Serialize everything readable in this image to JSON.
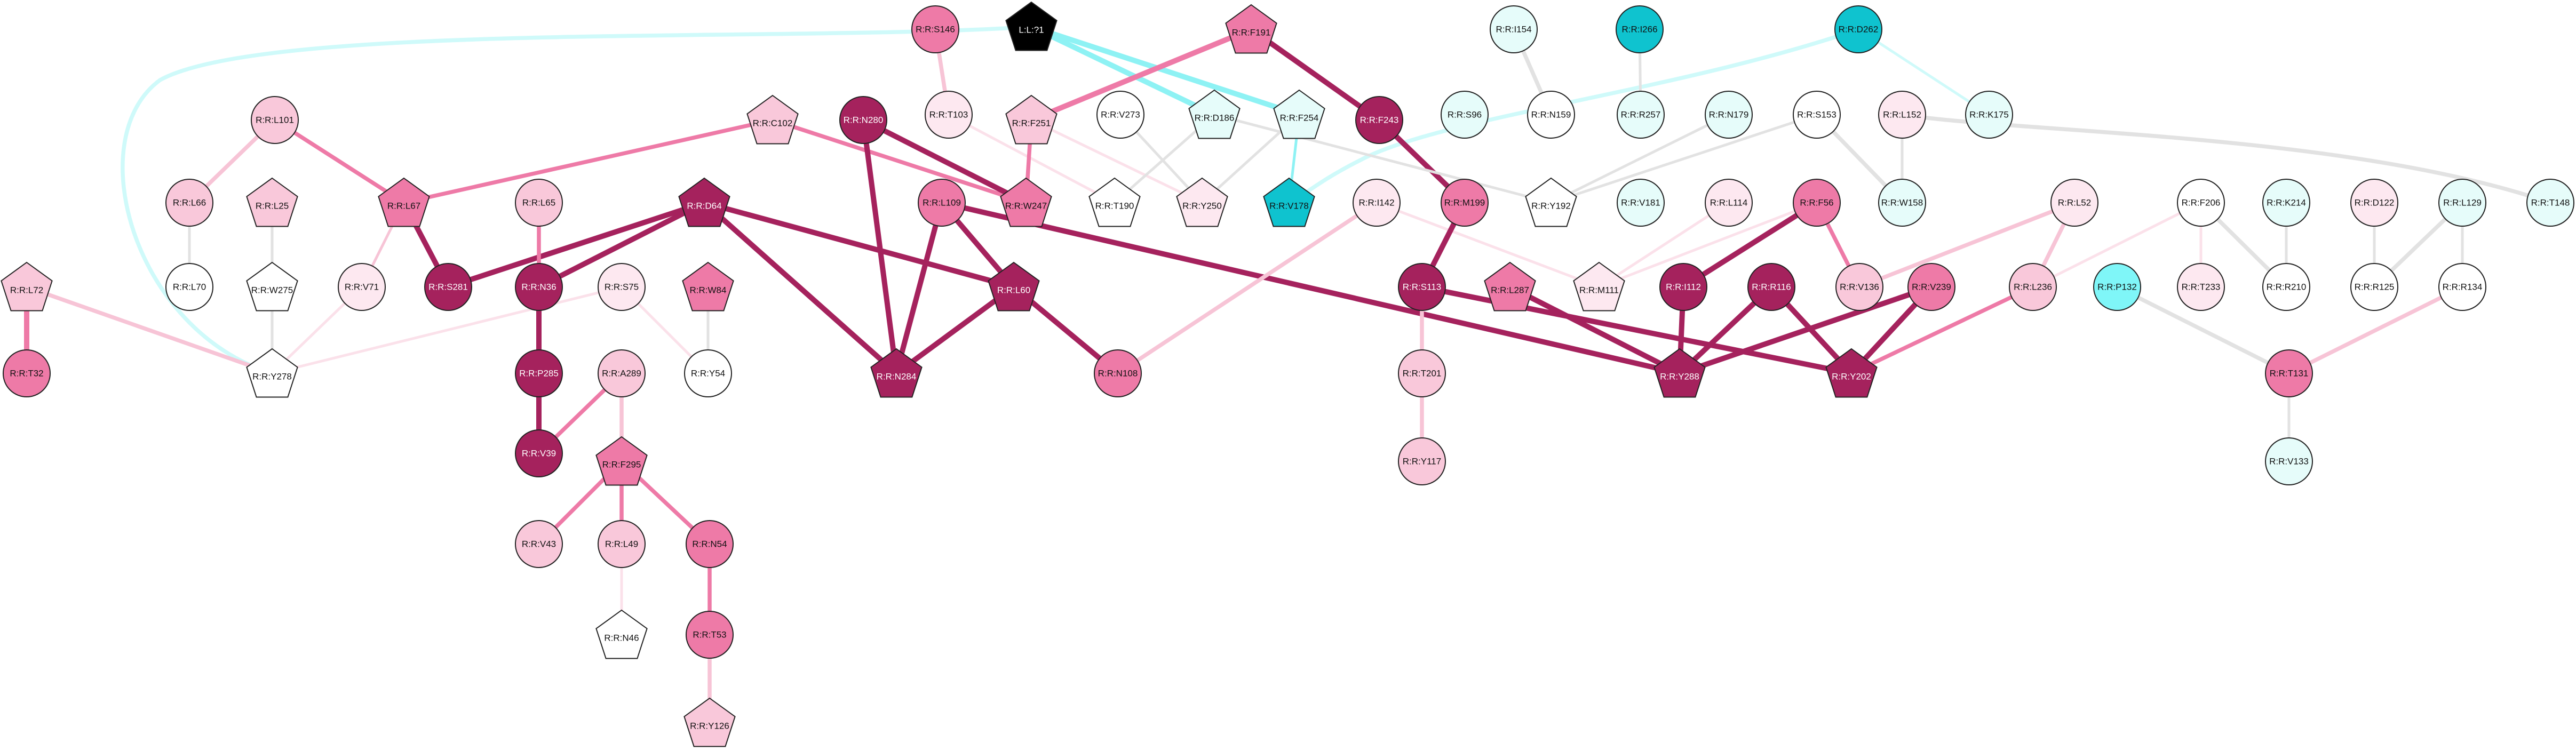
{
  "colors": {
    "deep": "#a5225d",
    "medium": "#ee7aa7",
    "light": "#f9c8da",
    "pale": "#fde8f0",
    "white": "#ffffff",
    "black": "#000000",
    "teal": "#0fc3cf",
    "cyan": "#7ff6f8",
    "ice": "#e6fcfa",
    "edge_deep": "#a5225d",
    "edge_medium": "#ee7aa7",
    "edge_light": "#f7c4d6",
    "edge_pale": "#fbe1ea",
    "edge_gray": "#e2e2e2",
    "edge_cyan": "#8ef2f4",
    "edge_cyan_light": "#cffafa"
  },
  "nodes": [
    {
      "id": "L71",
      "label": "L:L:?1",
      "shape": "pentagon",
      "fill": "black"
    },
    {
      "id": "S146",
      "label": "R:R:S146",
      "shape": "circle",
      "fill": "medium"
    },
    {
      "id": "F191",
      "label": "R:R:F191",
      "shape": "pentagon",
      "fill": "medium"
    },
    {
      "id": "I154",
      "label": "R:R:I154",
      "shape": "circle",
      "fill": "ice"
    },
    {
      "id": "I266",
      "label": "R:R:I266",
      "shape": "circle",
      "fill": "teal"
    },
    {
      "id": "D262",
      "label": "R:R:D262",
      "shape": "circle",
      "fill": "teal"
    },
    {
      "id": "L101",
      "label": "R:R:L101",
      "shape": "circle",
      "fill": "light"
    },
    {
      "id": "C102",
      "label": "R:R:C102",
      "shape": "pentagon",
      "fill": "light"
    },
    {
      "id": "N280",
      "label": "R:R:N280",
      "shape": "circle",
      "fill": "deep"
    },
    {
      "id": "T103",
      "label": "R:R:T103",
      "shape": "circle",
      "fill": "pale"
    },
    {
      "id": "F251",
      "label": "R:R:F251",
      "shape": "pentagon",
      "fill": "light"
    },
    {
      "id": "V273",
      "label": "R:R:V273",
      "shape": "circle",
      "fill": "white"
    },
    {
      "id": "D186",
      "label": "R:R:D186",
      "shape": "pentagon",
      "fill": "ice"
    },
    {
      "id": "F254",
      "label": "R:R:F254",
      "shape": "pentagon",
      "fill": "ice"
    },
    {
      "id": "F243",
      "label": "R:R:F243",
      "shape": "circle",
      "fill": "deep"
    },
    {
      "id": "S96",
      "label": "R:R:S96",
      "shape": "circle",
      "fill": "ice"
    },
    {
      "id": "N159",
      "label": "R:R:N159",
      "shape": "circle",
      "fill": "white"
    },
    {
      "id": "R257",
      "label": "R:R:R257",
      "shape": "circle",
      "fill": "ice"
    },
    {
      "id": "N179",
      "label": "R:R:N179",
      "shape": "circle",
      "fill": "ice"
    },
    {
      "id": "S153",
      "label": "R:R:S153",
      "shape": "circle",
      "fill": "white"
    },
    {
      "id": "L152",
      "label": "R:R:L152",
      "shape": "circle",
      "fill": "pale"
    },
    {
      "id": "K175",
      "label": "R:R:K175",
      "shape": "circle",
      "fill": "ice"
    },
    {
      "id": "L66",
      "label": "R:R:L66",
      "shape": "circle",
      "fill": "light"
    },
    {
      "id": "L25",
      "label": "R:R:L25",
      "shape": "pentagon",
      "fill": "light"
    },
    {
      "id": "L67",
      "label": "R:R:L67",
      "shape": "pentagon",
      "fill": "medium"
    },
    {
      "id": "L65",
      "label": "R:R:L65",
      "shape": "circle",
      "fill": "light"
    },
    {
      "id": "D64",
      "label": "R:R:D64",
      "shape": "pentagon",
      "fill": "deep"
    },
    {
      "id": "L109",
      "label": "R:R:L109",
      "shape": "circle",
      "fill": "medium"
    },
    {
      "id": "W247",
      "label": "R:R:W247",
      "shape": "pentagon",
      "fill": "medium"
    },
    {
      "id": "T190",
      "label": "R:R:T190",
      "shape": "pentagon",
      "fill": "white"
    },
    {
      "id": "Y250",
      "label": "R:R:Y250",
      "shape": "pentagon",
      "fill": "pale"
    },
    {
      "id": "V178",
      "label": "R:R:V178",
      "shape": "pentagon",
      "fill": "teal"
    },
    {
      "id": "I142",
      "label": "R:R:I142",
      "shape": "circle",
      "fill": "pale"
    },
    {
      "id": "M199",
      "label": "R:R:M199",
      "shape": "circle",
      "fill": "medium"
    },
    {
      "id": "Y192",
      "label": "R:R:Y192",
      "shape": "pentagon",
      "fill": "white"
    },
    {
      "id": "V181",
      "label": "R:R:V181",
      "shape": "circle",
      "fill": "ice"
    },
    {
      "id": "L114",
      "label": "R:R:L114",
      "shape": "circle",
      "fill": "pale"
    },
    {
      "id": "F56",
      "label": "R:R:F56",
      "shape": "circle",
      "fill": "medium"
    },
    {
      "id": "W158",
      "label": "R:R:W158",
      "shape": "circle",
      "fill": "ice"
    },
    {
      "id": "L52",
      "label": "R:R:L52",
      "shape": "circle",
      "fill": "pale"
    },
    {
      "id": "F206",
      "label": "R:R:F206",
      "shape": "circle",
      "fill": "white"
    },
    {
      "id": "K214",
      "label": "R:R:K214",
      "shape": "circle",
      "fill": "ice"
    },
    {
      "id": "D122",
      "label": "R:R:D122",
      "shape": "circle",
      "fill": "pale"
    },
    {
      "id": "L129",
      "label": "R:R:L129",
      "shape": "circle",
      "fill": "ice"
    },
    {
      "id": "T148",
      "label": "R:R:T148",
      "shape": "circle",
      "fill": "ice"
    },
    {
      "id": "L72",
      "label": "R:R:L72",
      "shape": "pentagon",
      "fill": "light"
    },
    {
      "id": "L70",
      "label": "R:R:L70",
      "shape": "circle",
      "fill": "white"
    },
    {
      "id": "W275",
      "label": "R:R:W275",
      "shape": "pentagon",
      "fill": "white"
    },
    {
      "id": "V71",
      "label": "R:R:V71",
      "shape": "circle",
      "fill": "pale"
    },
    {
      "id": "S281",
      "label": "R:R:S281",
      "shape": "circle",
      "fill": "deep"
    },
    {
      "id": "N36",
      "label": "R:R:N36",
      "shape": "circle",
      "fill": "deep"
    },
    {
      "id": "S75",
      "label": "R:R:S75",
      "shape": "circle",
      "fill": "pale"
    },
    {
      "id": "W84",
      "label": "R:R:W84",
      "shape": "pentagon",
      "fill": "medium"
    },
    {
      "id": "L60",
      "label": "R:R:L60",
      "shape": "pentagon",
      "fill": "deep"
    },
    {
      "id": "S113",
      "label": "R:R:S113",
      "shape": "circle",
      "fill": "deep"
    },
    {
      "id": "L287",
      "label": "R:R:L287",
      "shape": "pentagon",
      "fill": "medium"
    },
    {
      "id": "M111",
      "label": "R:R:M111",
      "shape": "pentagon",
      "fill": "pale"
    },
    {
      "id": "I112",
      "label": "R:R:I112",
      "shape": "circle",
      "fill": "deep"
    },
    {
      "id": "R116",
      "label": "R:R:R116",
      "shape": "circle",
      "fill": "deep"
    },
    {
      "id": "V239",
      "label": "R:R:V239",
      "shape": "circle",
      "fill": "medium"
    },
    {
      "id": "V136",
      "label": "R:R:V136",
      "shape": "circle",
      "fill": "light"
    },
    {
      "id": "L236",
      "label": "R:R:L236",
      "shape": "circle",
      "fill": "light"
    },
    {
      "id": "P132",
      "label": "R:R:P132",
      "shape": "circle",
      "fill": "cyan"
    },
    {
      "id": "T233",
      "label": "R:R:T233",
      "shape": "circle",
      "fill": "pale"
    },
    {
      "id": "R210",
      "label": "R:R:R210",
      "shape": "circle",
      "fill": "white"
    },
    {
      "id": "R125",
      "label": "R:R:R125",
      "shape": "circle",
      "fill": "white"
    },
    {
      "id": "R134",
      "label": "R:R:R134",
      "shape": "circle",
      "fill": "white"
    },
    {
      "id": "T32",
      "label": "R:R:T32",
      "shape": "circle",
      "fill": "medium"
    },
    {
      "id": "Y278",
      "label": "R:R:Y278",
      "shape": "pentagon",
      "fill": "white"
    },
    {
      "id": "Y54",
      "label": "R:R:Y54",
      "shape": "circle",
      "fill": "white"
    },
    {
      "id": "P285",
      "label": "R:R:P285",
      "shape": "circle",
      "fill": "deep"
    },
    {
      "id": "A289",
      "label": "R:R:A289",
      "shape": "circle",
      "fill": "light"
    },
    {
      "id": "N284",
      "label": "R:R:N284",
      "shape": "pentagon",
      "fill": "deep"
    },
    {
      "id": "N108",
      "label": "R:R:N108",
      "shape": "circle",
      "fill": "medium"
    },
    {
      "id": "T201",
      "label": "R:R:T201",
      "shape": "circle",
      "fill": "light"
    },
    {
      "id": "Y288",
      "label": "R:R:Y288",
      "shape": "pentagon",
      "fill": "deep"
    },
    {
      "id": "Y202",
      "label": "R:R:Y202",
      "shape": "pentagon",
      "fill": "deep"
    },
    {
      "id": "T131",
      "label": "R:R:T131",
      "shape": "circle",
      "fill": "medium"
    },
    {
      "id": "V39",
      "label": "R:R:V39",
      "shape": "circle",
      "fill": "deep"
    },
    {
      "id": "F295",
      "label": "R:R:F295",
      "shape": "pentagon",
      "fill": "medium"
    },
    {
      "id": "Y117",
      "label": "R:R:Y117",
      "shape": "circle",
      "fill": "light"
    },
    {
      "id": "V43",
      "label": "R:R:V43",
      "shape": "circle",
      "fill": "light"
    },
    {
      "id": "L49",
      "label": "R:R:L49",
      "shape": "circle",
      "fill": "light"
    },
    {
      "id": "N54",
      "label": "R:R:N54",
      "shape": "circle",
      "fill": "medium"
    },
    {
      "id": "V133",
      "label": "R:R:V133",
      "shape": "circle",
      "fill": "ice"
    },
    {
      "id": "N46",
      "label": "R:R:N46",
      "shape": "pentagon",
      "fill": "white"
    },
    {
      "id": "T53",
      "label": "R:R:T53",
      "shape": "circle",
      "fill": "medium"
    },
    {
      "id": "Y126",
      "label": "R:R:Y126",
      "shape": "pentagon",
      "fill": "light"
    }
  ],
  "edges": [
    {
      "a": "L71",
      "b": "D186",
      "color": "edge_cyan",
      "weight": 4
    },
    {
      "a": "L71",
      "b": "F254",
      "color": "edge_cyan",
      "weight": 4
    },
    {
      "a": "L71",
      "b": "Y278",
      "color": "edge_cyan_light",
      "weight": 3,
      "curve": "lowleft"
    },
    {
      "a": "D262",
      "b": "V178",
      "color": "edge_cyan_light",
      "weight": 3,
      "curve": "hook"
    },
    {
      "a": "D262",
      "b": "K175",
      "color": "edge_cyan_light",
      "weight": 2
    },
    {
      "a": "F191",
      "b": "F243",
      "color": "edge_deep",
      "weight": 4
    },
    {
      "a": "F191",
      "b": "F251",
      "color": "edge_medium",
      "weight": 4
    },
    {
      "a": "S146",
      "b": "T103",
      "color": "edge_light",
      "weight": 3
    },
    {
      "a": "F243",
      "b": "M199",
      "color": "edge_deep",
      "weight": 4
    },
    {
      "a": "I154",
      "b": "N159",
      "color": "edge_gray",
      "weight": 3
    },
    {
      "a": "I266",
      "b": "R257",
      "color": "edge_gray",
      "weight": 2
    },
    {
      "a": "L101",
      "b": "L66",
      "color": "edge_light",
      "weight": 3
    },
    {
      "a": "L101",
      "b": "L67",
      "color": "edge_medium",
      "weight": 3
    },
    {
      "a": "L25",
      "b": "W275",
      "color": "edge_gray",
      "weight": 2
    },
    {
      "a": "L66",
      "b": "L70",
      "color": "edge_gray",
      "weight": 2
    },
    {
      "a": "C102",
      "b": "L67",
      "color": "edge_medium",
      "weight": 3
    },
    {
      "a": "C102",
      "b": "W247",
      "color": "edge_medium",
      "weight": 3
    },
    {
      "a": "L67",
      "b": "S281",
      "color": "edge_deep",
      "weight": 4
    },
    {
      "a": "L67",
      "b": "V71",
      "color": "edge_light",
      "weight": 2
    },
    {
      "a": "N280",
      "b": "W247",
      "color": "edge_deep",
      "weight": 4
    },
    {
      "a": "N280",
      "b": "N284",
      "color": "edge_deep",
      "weight": 4
    },
    {
      "a": "T103",
      "b": "T190",
      "color": "edge_pale",
      "weight": 2
    },
    {
      "a": "F251",
      "b": "W247",
      "color": "edge_medium",
      "weight": 3
    },
    {
      "a": "F251",
      "b": "Y250",
      "color": "edge_pale",
      "weight": 2
    },
    {
      "a": "V273",
      "b": "Y250",
      "color": "edge_gray",
      "weight": 2
    },
    {
      "a": "D186",
      "b": "T190",
      "color": "edge_gray",
      "weight": 2
    },
    {
      "a": "D186",
      "b": "Y192",
      "color": "edge_gray",
      "weight": 2
    },
    {
      "a": "F254",
      "b": "Y250",
      "color": "edge_gray",
      "weight": 2
    },
    {
      "a": "F254",
      "b": "V178",
      "color": "edge_cyan",
      "weight": 2
    },
    {
      "a": "N179",
      "b": "Y192",
      "color": "edge_gray",
      "weight": 2
    },
    {
      "a": "S153",
      "b": "Y192",
      "color": "edge_gray",
      "weight": 2
    },
    {
      "a": "S153",
      "b": "W158",
      "color": "edge_gray",
      "weight": 3
    },
    {
      "a": "L152",
      "b": "W158",
      "color": "edge_gray",
      "weight": 2
    },
    {
      "a": "L152",
      "b": "T148",
      "color": "edge_gray",
      "weight": 3,
      "curve": "arcright"
    },
    {
      "a": "D64",
      "b": "S281",
      "color": "edge_deep",
      "weight": 4
    },
    {
      "a": "D64",
      "b": "N36",
      "color": "edge_deep",
      "weight": 4
    },
    {
      "a": "D64",
      "b": "L60",
      "color": "edge_deep",
      "weight": 4
    },
    {
      "a": "D64",
      "b": "N284",
      "color": "edge_deep",
      "weight": 4
    },
    {
      "a": "L65",
      "b": "N36",
      "color": "edge_medium",
      "weight": 3
    },
    {
      "a": "N36",
      "b": "P285",
      "color": "edge_deep",
      "weight": 4
    },
    {
      "a": "P285",
      "b": "V39",
      "color": "edge_deep",
      "weight": 4
    },
    {
      "a": "A289",
      "b": "V39",
      "color": "edge_medium",
      "weight": 3
    },
    {
      "a": "A289",
      "b": "F295",
      "color": "edge_light",
      "weight": 3
    },
    {
      "a": "L109",
      "b": "L60",
      "color": "edge_deep",
      "weight": 4
    },
    {
      "a": "L109",
      "b": "N284",
      "color": "edge_deep",
      "weight": 4
    },
    {
      "a": "L109",
      "b": "Y288",
      "color": "edge_deep",
      "weight": 4
    },
    {
      "a": "L60",
      "b": "N284",
      "color": "edge_deep",
      "weight": 4
    },
    {
      "a": "L60",
      "b": "N108",
      "color": "edge_deep",
      "weight": 4
    },
    {
      "a": "I142",
      "b": "N108",
      "color": "edge_light",
      "weight": 3
    },
    {
      "a": "I142",
      "b": "M111",
      "color": "edge_pale",
      "weight": 2
    },
    {
      "a": "M199",
      "b": "S113",
      "color": "edge_deep",
      "weight": 4
    },
    {
      "a": "S113",
      "b": "T201",
      "color": "edge_light",
      "weight": 3
    },
    {
      "a": "S113",
      "b": "Y202",
      "color": "edge_deep",
      "weight": 4
    },
    {
      "a": "T201",
      "b": "Y117",
      "color": "edge_light",
      "weight": 3
    },
    {
      "a": "L287",
      "b": "Y288",
      "color": "edge_deep",
      "weight": 4
    },
    {
      "a": "L114",
      "b": "M111",
      "color": "edge_pale",
      "weight": 2
    },
    {
      "a": "F56",
      "b": "I112",
      "color": "edge_deep",
      "weight": 4
    },
    {
      "a": "F56",
      "b": "V136",
      "color": "edge_medium",
      "weight": 3
    },
    {
      "a": "F56",
      "b": "M111",
      "color": "edge_pale",
      "weight": 2
    },
    {
      "a": "I112",
      "b": "Y288",
      "color": "edge_deep",
      "weight": 4
    },
    {
      "a": "R116",
      "b": "Y288",
      "color": "edge_deep",
      "weight": 4
    },
    {
      "a": "R116",
      "b": "Y202",
      "color": "edge_deep",
      "weight": 4
    },
    {
      "a": "V239",
      "b": "Y288",
      "color": "edge_deep",
      "weight": 4
    },
    {
      "a": "V239",
      "b": "Y202",
      "color": "edge_deep",
      "weight": 4
    },
    {
      "a": "L236",
      "b": "Y202",
      "color": "edge_medium",
      "weight": 3
    },
    {
      "a": "L52",
      "b": "V136",
      "color": "edge_light",
      "weight": 3
    },
    {
      "a": "L52",
      "b": "L236",
      "color": "edge_light",
      "weight": 3
    },
    {
      "a": "F206",
      "b": "L236",
      "color": "edge_pale",
      "weight": 2
    },
    {
      "a": "F206",
      "b": "T233",
      "color": "edge_pale",
      "weight": 2
    },
    {
      "a": "F206",
      "b": "R210",
      "color": "edge_gray",
      "weight": 3
    },
    {
      "a": "K214",
      "b": "R210",
      "color": "edge_gray",
      "weight": 2
    },
    {
      "a": "D122",
      "b": "R125",
      "color": "edge_gray",
      "weight": 2
    },
    {
      "a": "L129",
      "b": "R125",
      "color": "edge_gray",
      "weight": 3
    },
    {
      "a": "L129",
      "b": "R134",
      "color": "edge_gray",
      "weight": 2
    },
    {
      "a": "R134",
      "b": "T131",
      "color": "edge_light",
      "weight": 3
    },
    {
      "a": "P132",
      "b": "T131",
      "color": "edge_gray",
      "weight": 3
    },
    {
      "a": "T131",
      "b": "V133",
      "color": "edge_gray",
      "weight": 2
    },
    {
      "a": "L72",
      "b": "T32",
      "color": "edge_medium",
      "weight": 4
    },
    {
      "a": "L72",
      "b": "Y278",
      "color": "edge_light",
      "weight": 3
    },
    {
      "a": "W275",
      "b": "Y278",
      "color": "edge_gray",
      "weight": 2
    },
    {
      "a": "V71",
      "b": "Y278",
      "color": "edge_pale",
      "weight": 2
    },
    {
      "a": "S75",
      "b": "Y278",
      "color": "edge_pale",
      "weight": 2
    },
    {
      "a": "S75",
      "b": "Y54",
      "color": "edge_pale",
      "weight": 2
    },
    {
      "a": "W84",
      "b": "Y54",
      "color": "edge_gray",
      "weight": 2
    },
    {
      "a": "F295",
      "b": "V43",
      "color": "edge_medium",
      "weight": 3
    },
    {
      "a": "F295",
      "b": "L49",
      "color": "edge_medium",
      "weight": 3
    },
    {
      "a": "F295",
      "b": "N54",
      "color": "edge_medium",
      "weight": 3
    },
    {
      "a": "L49",
      "b": "N46",
      "color": "edge_pale",
      "weight": 2
    },
    {
      "a": "N54",
      "b": "T53",
      "color": "edge_medium",
      "weight": 3
    },
    {
      "a": "T53",
      "b": "Y126",
      "color": "edge_light",
      "weight": 3
    }
  ]
}
